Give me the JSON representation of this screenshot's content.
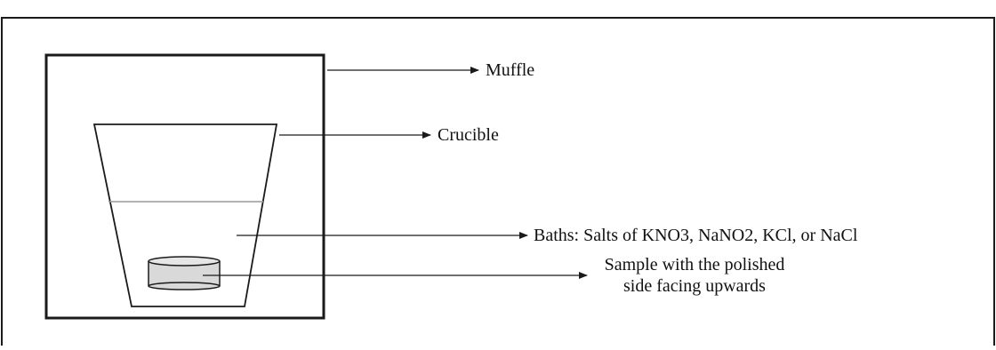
{
  "labels": {
    "muffle": "Muffle",
    "crucible": "Crucible",
    "baths": "Baths: Salts of KNO3, NaNO2, KCl, or NaCl",
    "sample_line1": "Sample with the polished",
    "sample_line2": "side facing upwards"
  },
  "colors": {
    "stroke": "#1a1a1a",
    "bath_line": "#9a9a9a",
    "sample_fill": "#d9d9d9"
  }
}
